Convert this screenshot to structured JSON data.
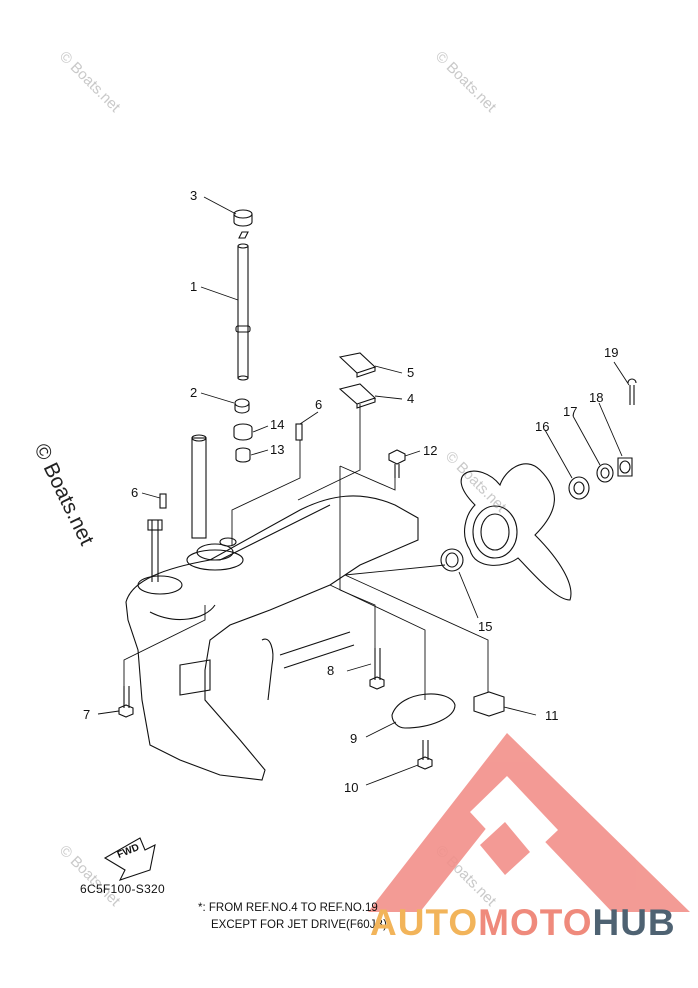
{
  "watermarks": {
    "small": "© Boats.net",
    "large": "© Boats.net"
  },
  "callouts": [
    "1",
    "2",
    "3",
    "4",
    "5",
    "6",
    "6",
    "7",
    "8",
    "9",
    "10",
    "11",
    "12",
    "13",
    "14",
    "15",
    "16",
    "17",
    "18",
    "19"
  ],
  "diagram_code": "6C5F100-S320",
  "fwd_label": "FWD",
  "footnote": {
    "line1": "*: FROM REF.NO.4 TO REF.NO.19",
    "line2": "EXCEPT FOR JET DRIVE(F60JB)"
  },
  "brand": {
    "part1": "AUTO",
    "part2": "MOTO",
    "part3": "HUB",
    "colors": {
      "auto": "#f2b45a",
      "moto": "#ef8a7c",
      "hub": "#4e6272",
      "logo": "#f2908a"
    }
  }
}
